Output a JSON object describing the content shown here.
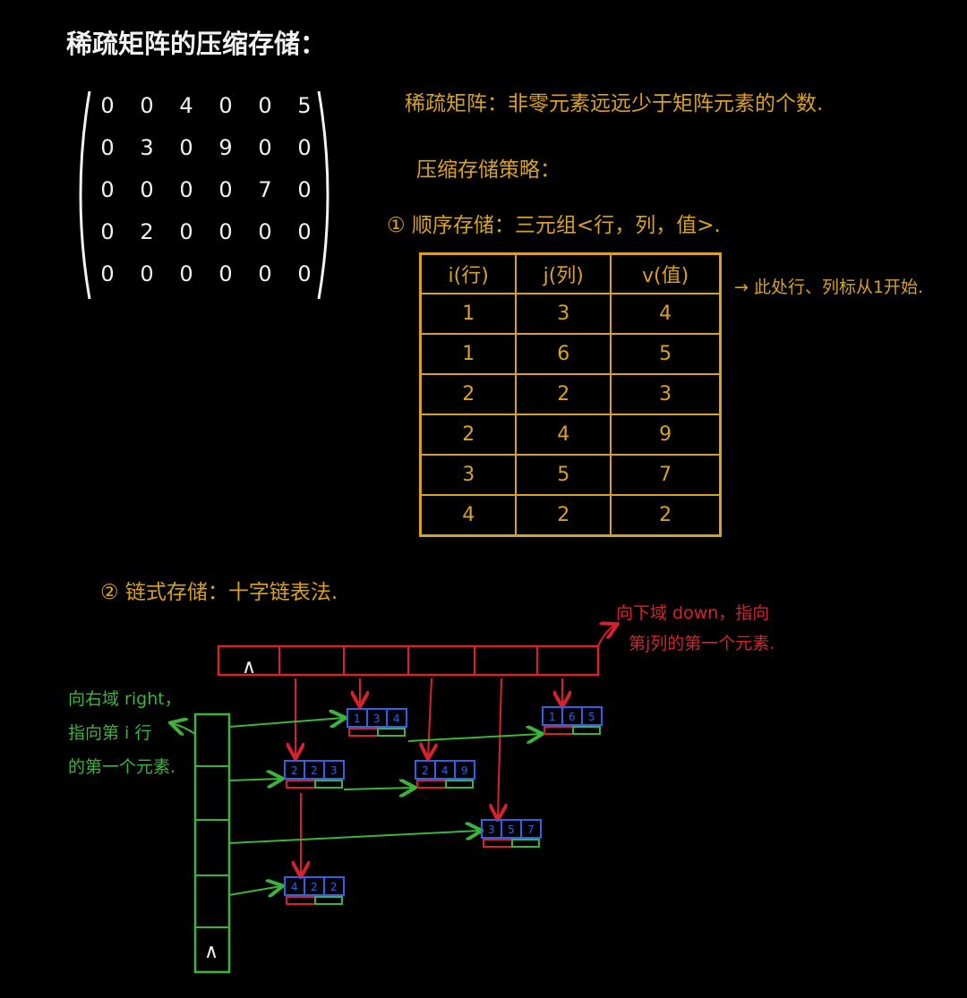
{
  "title": "稀疏矩阵的压缩存储：",
  "matrix": {
    "rows": [
      [
        "0",
        "0",
        "4",
        "0",
        "0",
        "5"
      ],
      [
        "0",
        "3",
        "0",
        "9",
        "0",
        "0"
      ],
      [
        "0",
        "0",
        "0",
        "0",
        "7",
        "0"
      ],
      [
        "0",
        "2",
        "0",
        "0",
        "0",
        "0"
      ],
      [
        "0",
        "0",
        "0",
        "0",
        "0",
        "0"
      ]
    ]
  },
  "definition": "稀疏矩阵：非零元素远远少于矩阵元素的个数.",
  "strategy_heading": "压缩存储策略：",
  "sequential": {
    "label": "① 顺序存储：三元组<行，列，值>.",
    "headers": [
      "i(行)",
      "j(列)",
      "v(值)"
    ],
    "rows": [
      [
        "1",
        "3",
        "4"
      ],
      [
        "1",
        "6",
        "5"
      ],
      [
        "2",
        "2",
        "3"
      ],
      [
        "2",
        "4",
        "9"
      ],
      [
        "3",
        "5",
        "7"
      ],
      [
        "4",
        "2",
        "2"
      ]
    ],
    "note": "→ 此处行、列标从1开始."
  },
  "chain": {
    "label": "② 链式存储：十字链表法.",
    "down_note_line1": "向下域 down，指向",
    "down_note_line2": "第j列的第一个元素.",
    "right_note_line1": "向右域 right，",
    "right_note_line2": "指向第 i 行",
    "right_note_line3": "的第一个元素.",
    "null_symbol": "∧",
    "nodes": [
      {
        "i": "1",
        "j": "3",
        "v": "4"
      },
      {
        "i": "1",
        "j": "6",
        "v": "5"
      },
      {
        "i": "2",
        "j": "2",
        "v": "3"
      },
      {
        "i": "2",
        "j": "4",
        "v": "9"
      },
      {
        "i": "3",
        "j": "5",
        "v": "7"
      },
      {
        "i": "4",
        "j": "2",
        "v": "2"
      }
    ]
  },
  "colors": {
    "background": "#000000",
    "white_ink": "#f2f2f2",
    "orange_ink": "#d9a21f",
    "red_ink": "#d8222b",
    "green_ink": "#3cb43c",
    "blue_ink": "#2f62e6"
  }
}
